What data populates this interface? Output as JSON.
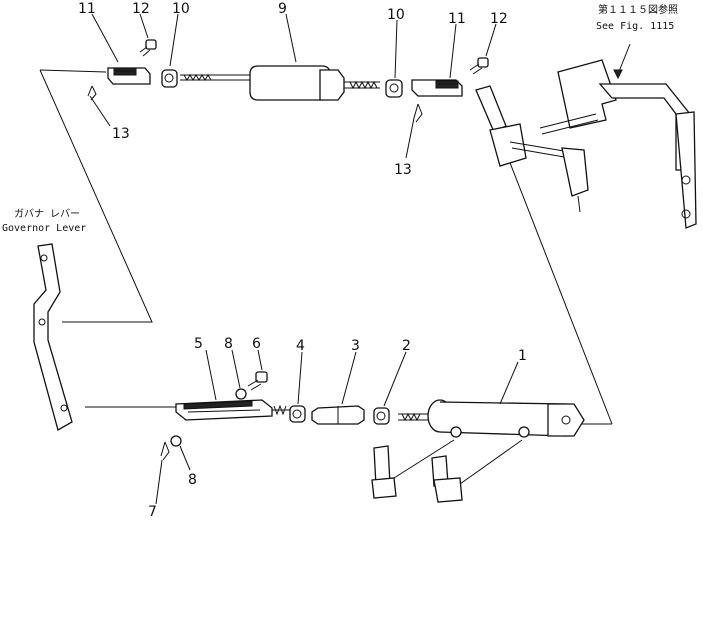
{
  "callouts": {
    "p1": "1",
    "p2": "2",
    "p3": "3",
    "p4": "4",
    "p5": "5",
    "p6": "6",
    "p7": "7",
    "p8a": "8",
    "p8b": "8",
    "p9": "9",
    "p10a": "10",
    "p10b": "10",
    "p11a": "11",
    "p11b": "11",
    "p12a": "12",
    "p12b": "12",
    "p13a": "13",
    "p13b": "13"
  },
  "notes": {
    "see_fig_jp": "第１１１５図参照",
    "see_fig_en": "See Fig. 1115",
    "governor_jp": "ガバナ レバー",
    "governor_en": "Governor Lever"
  }
}
